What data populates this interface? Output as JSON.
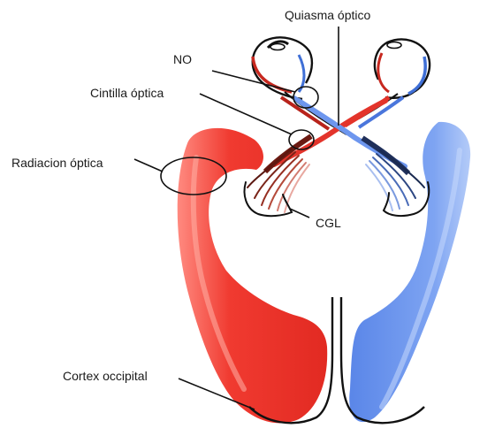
{
  "labels": {
    "chiasm": "Quiasma óptico",
    "optic_nerve": "NO",
    "optic_tract": "Cintilla óptica",
    "optic_radiation": "Radiacion óptica",
    "lgn": "CGL",
    "cortex": "Cortex occipital"
  },
  "colors": {
    "left_pathway": "#f03a30",
    "right_pathway": "#6d96ee",
    "outline": "#1a1a1a"
  }
}
